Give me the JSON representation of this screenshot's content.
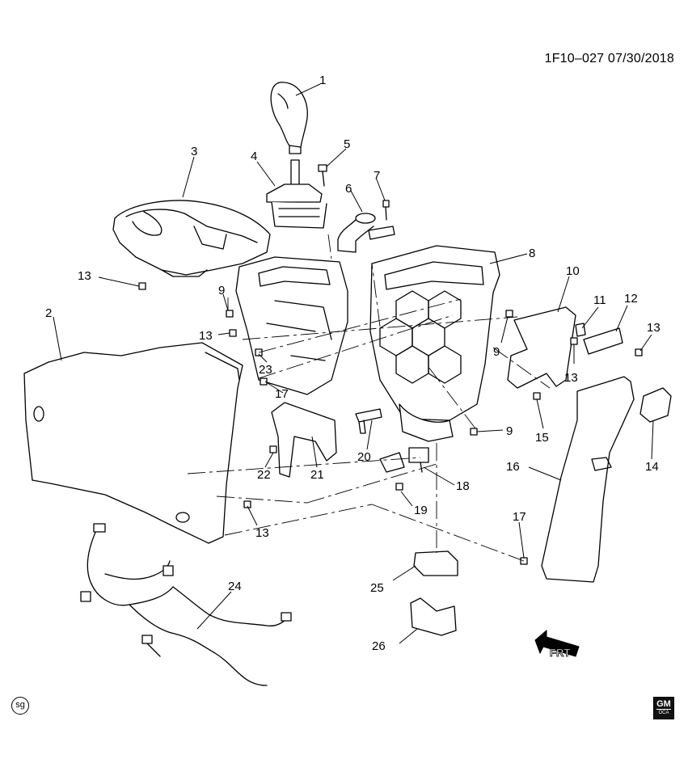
{
  "document_id": "1F10–027  07/30/2018",
  "callouts": [
    "1",
    "2",
    "3",
    "4",
    "5",
    "6",
    "7",
    "8",
    "9",
    "10",
    "11",
    "12",
    "13",
    "14",
    "15",
    "16",
    "17",
    "18",
    "19",
    "20",
    "21",
    "22",
    "23",
    "24",
    "25",
    "26",
    "13",
    "9",
    "13",
    "9",
    "13",
    "17",
    "13",
    "9"
  ],
  "direction_marker": "FRT",
  "corner_mark": "sg",
  "logo": {
    "main": "GM",
    "sub": "OCA"
  },
  "colors": {
    "line": "#000000",
    "background": "#ffffff"
  }
}
